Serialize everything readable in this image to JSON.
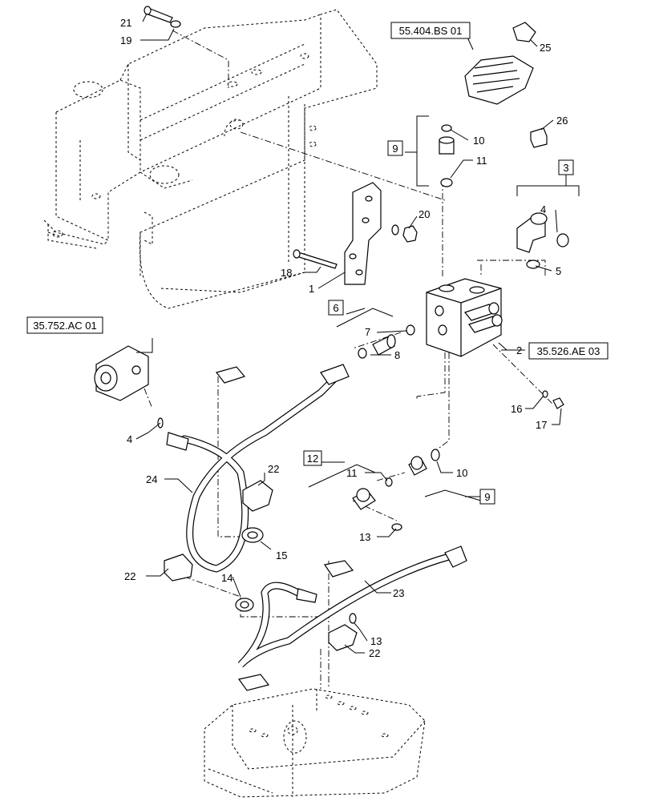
{
  "callouts": {
    "c1": "1",
    "c2": "2",
    "c3": "3",
    "c4a": "4",
    "c4b": "4",
    "c5": "5",
    "c6": "6",
    "c7": "7",
    "c8": "8",
    "c9a": "9",
    "c9b": "9",
    "c10a": "10",
    "c10b": "10",
    "c11a": "11",
    "c11b": "11",
    "c12": "12",
    "c13a": "13",
    "c13b": "13",
    "c14": "14",
    "c15": "15",
    "c16": "16",
    "c17": "17",
    "c18": "18",
    "c19": "19",
    "c20": "20",
    "c21": "21",
    "c22a": "22",
    "c22b": "22",
    "c22c": "22",
    "c23": "23",
    "c24": "24",
    "c25": "25",
    "c26": "26"
  },
  "refs": {
    "r1": "55.404.BS 01",
    "r2": "35.752.AC 01",
    "r3": "35.526.AE 03"
  }
}
